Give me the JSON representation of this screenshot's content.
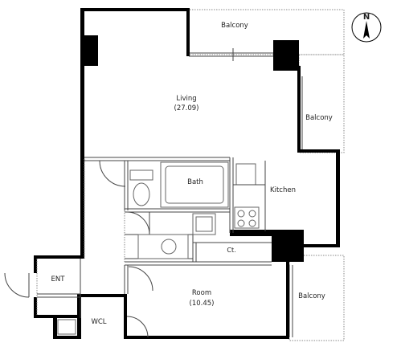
{
  "labels": {
    "balcony_top": "Balcony",
    "balcony_right": "Balcony",
    "balcony_bottom": "Balcony",
    "living_name": "Living",
    "living_area": "(27.09)",
    "bath": "Bath",
    "kitchen": "Kitchen",
    "closet": "Ct.",
    "entrance": "ENT",
    "room_name": "Room",
    "room_area": "(10.45)",
    "wcl": "WCL"
  },
  "compass": {
    "letter": "N"
  },
  "colors": {
    "wall": "#000000",
    "line": "#444444",
    "dotted": "#888888"
  }
}
